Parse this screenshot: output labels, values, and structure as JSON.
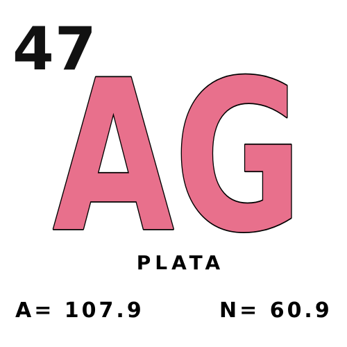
{
  "element": {
    "atomic_number": "47",
    "symbol": "AG",
    "name": "PLATA",
    "mass_label": "A= 107.9",
    "neutron_label": "N= 60.9"
  },
  "colors": {
    "symbol_fill": "#e8708c",
    "symbol_outline": "#000000",
    "text": "#000000",
    "background": "#ffffff"
  }
}
